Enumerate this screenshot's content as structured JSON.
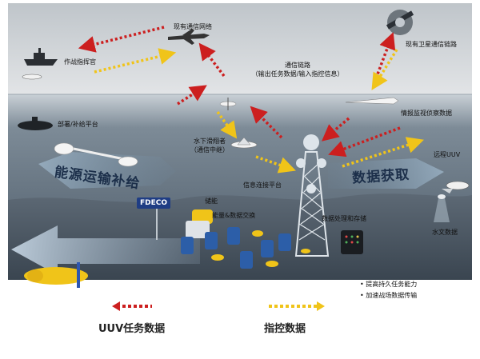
{
  "labels": {
    "command_ship": "作战指挥官",
    "existing_comm_network": "现有通信网络",
    "satellite_link": "现有卫星通信链路",
    "comm_link_line1": "通信链路",
    "comm_link_line2": "（输出任务数据/输入指控信息）",
    "deploy_platform": "部署/补给平台",
    "glider_line1": "水下滑翔者",
    "glider_line2": "（通信中继）",
    "intel_data": "情报监视侦察数据",
    "remote_uuv": "远程UUV",
    "info_platform": "信息连接平台",
    "energy_supply": "能源运输补给",
    "data_acquisition": "数据获取",
    "fdeco_sign": "FDECO",
    "charging": "储能",
    "energy_data_exchange": "能量&数据交换",
    "data_processing": "数据处理和存储",
    "hydro_data": "水文数据"
  },
  "notes": [
    "• 提高持久任务能力",
    "• 加速战场数据传输"
  ],
  "legend": {
    "uuv_mission_data": "UUV任务数据",
    "command_control_data": "指控数据"
  },
  "colors": {
    "mission_arrow": "#cc1f1f",
    "command_arrow": "#f0c419",
    "sea": "#3d4d5d",
    "seabed": "#5a6673",
    "sky": "#d9dde0"
  }
}
